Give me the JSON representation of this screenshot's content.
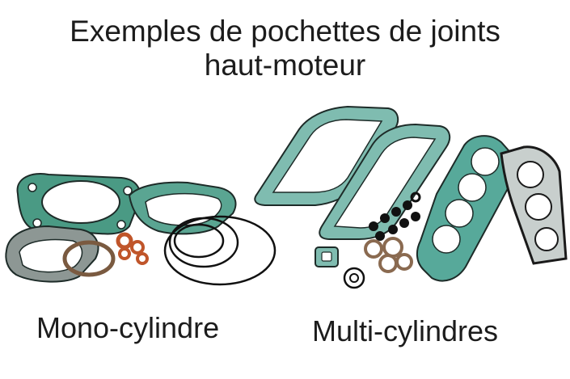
{
  "title": {
    "line1": "Exemples de pochettes de joints",
    "line2": "haut-moteur"
  },
  "captions": {
    "mono": "Mono-cylindre",
    "multi": "Multi-cylindres"
  },
  "colors": {
    "gasket_green": "#3f8f7a",
    "gasket_teal": "#57a99a",
    "gasket_grey": "#8d9794",
    "gasket_outline": "#1d2b28",
    "oring_black": "#111111",
    "seal_copper": "#c0552a"
  }
}
